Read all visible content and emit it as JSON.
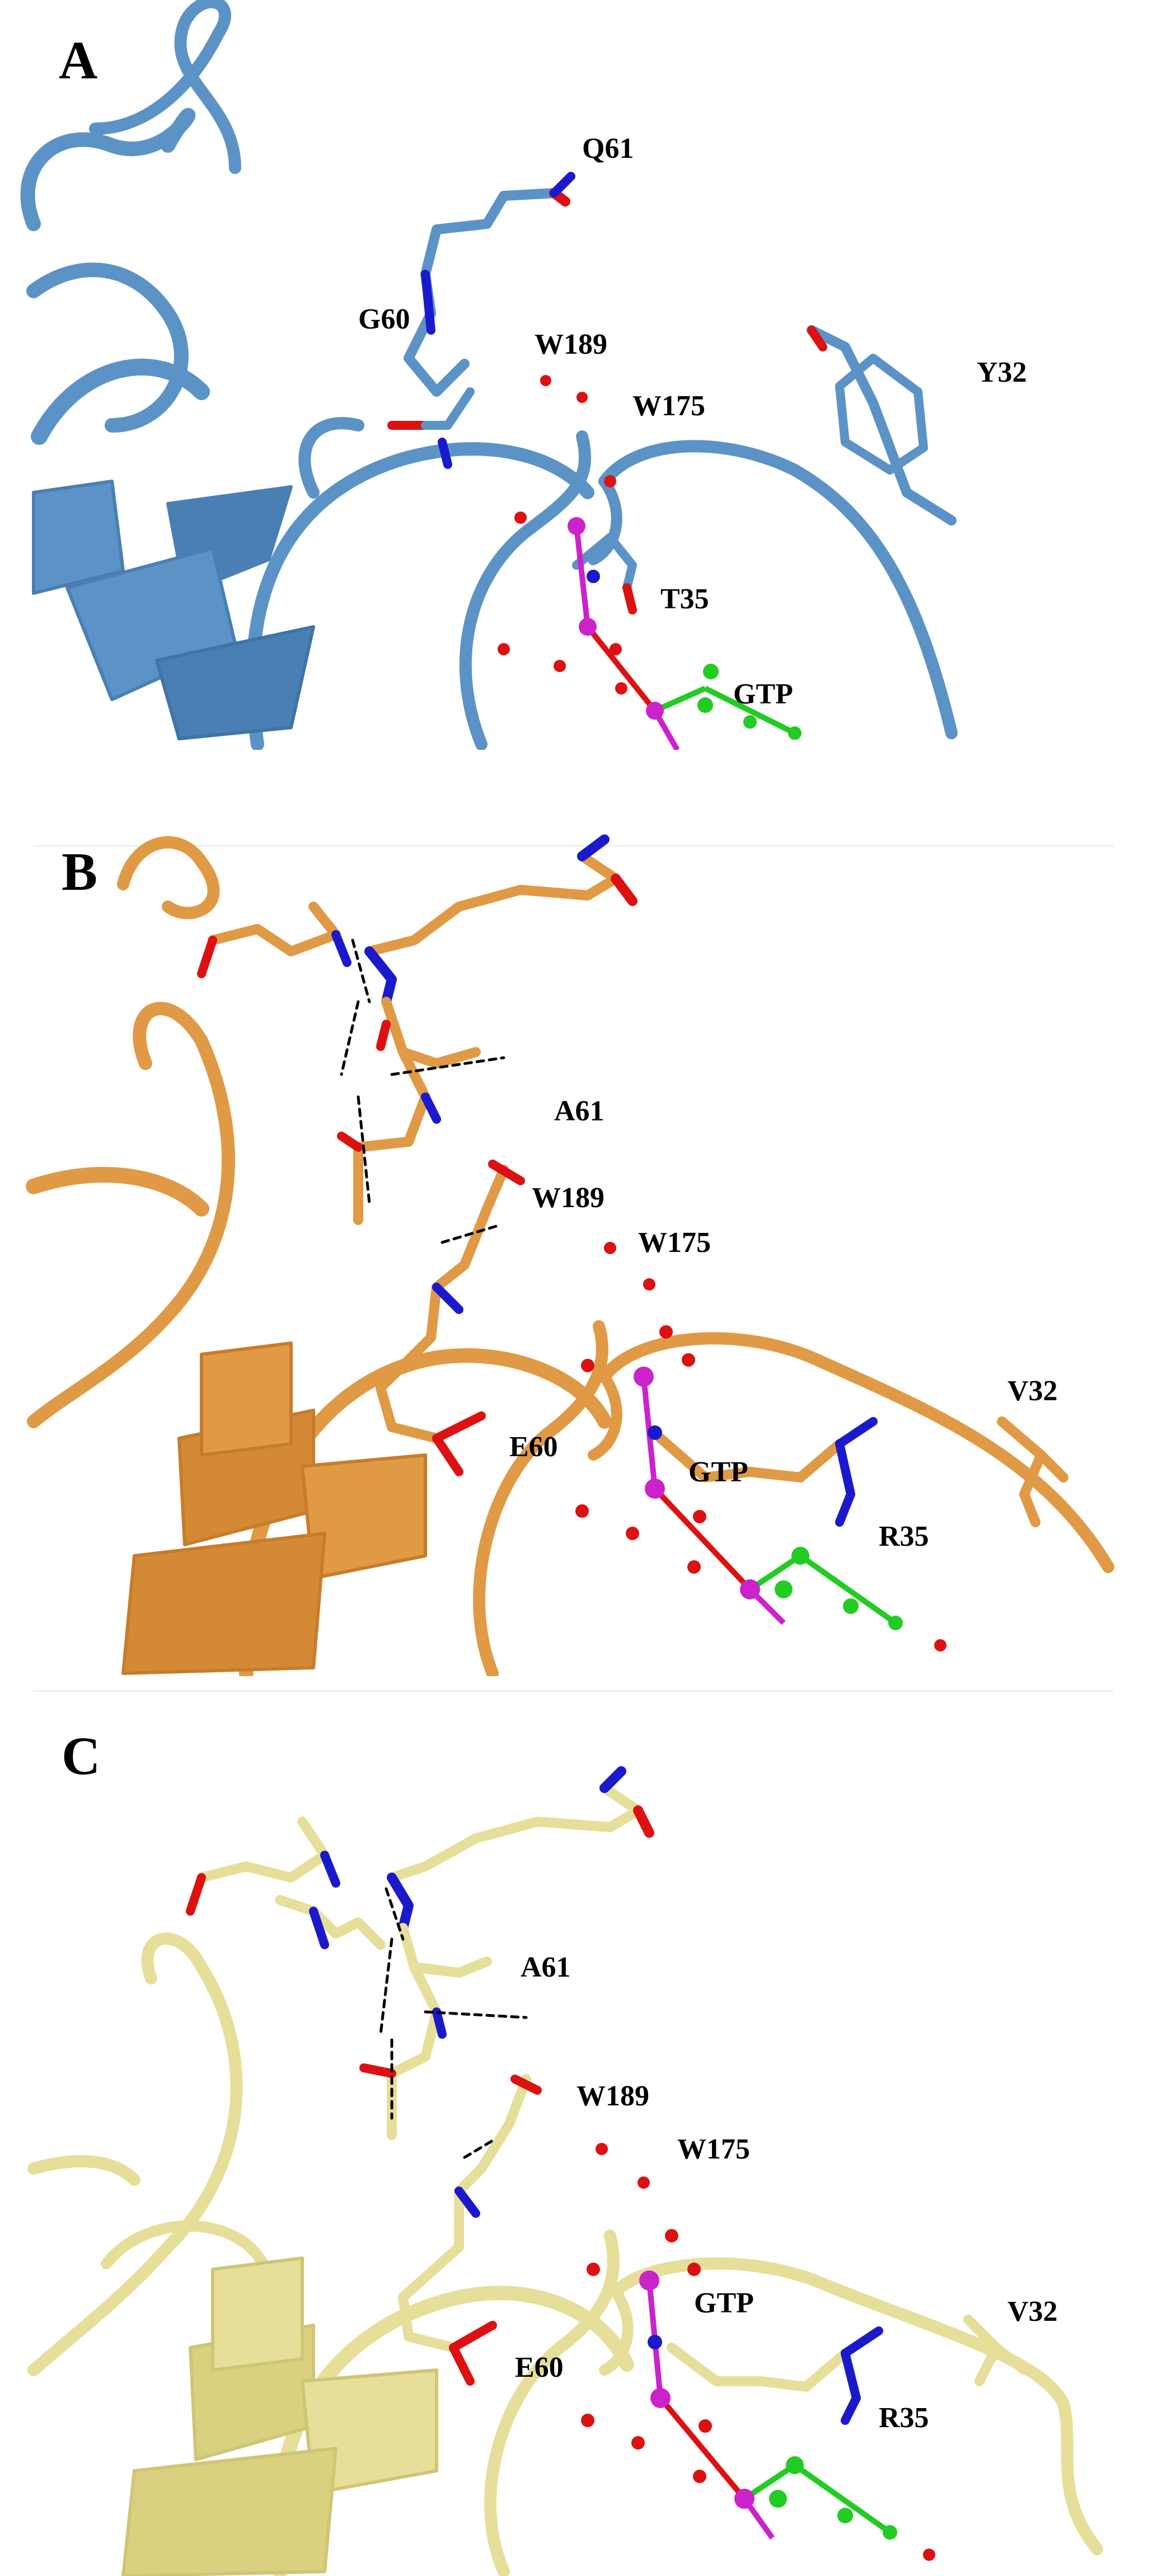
{
  "figure": {
    "panels": [
      {
        "letter": "A",
        "color": "#5b93c7",
        "labels": {
          "q61": "Q61",
          "g60": "G60",
          "w189": "W189",
          "w175": "W175",
          "y32": "Y32",
          "t35": "T35",
          "gtp": "GTP"
        }
      },
      {
        "letter": "B",
        "color": "#e09a45",
        "labels": {
          "a61": "A61",
          "w189": "W189",
          "w175": "W175",
          "v32": "V32",
          "e60": "E60",
          "gtp": "GTP",
          "r35": "R35"
        }
      },
      {
        "letter": "C",
        "color": "#e6df9a",
        "labels": {
          "a61": "A61",
          "w189": "W189",
          "w175": "W175",
          "v32": "V32",
          "e60": "E60",
          "gtp": "GTP",
          "r35": "R35"
        }
      }
    ],
    "atom_colors": {
      "oxygen": "#dd1111",
      "nitrogen": "#1a1acc",
      "phosphorus": "#cc22cc",
      "carbon_ligand": "#22cc22"
    }
  }
}
